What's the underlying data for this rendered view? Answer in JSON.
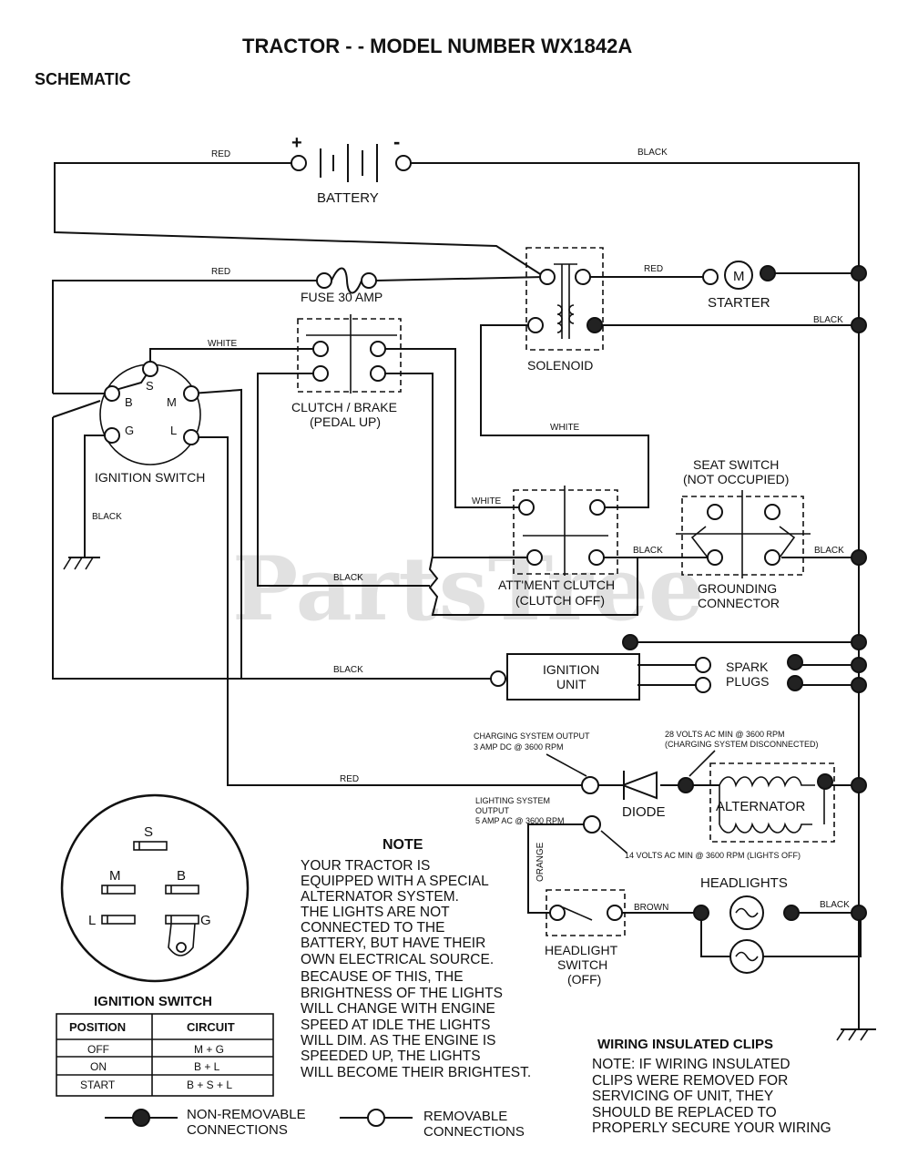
{
  "title": "TRACTOR - - MODEL NUMBER WX1842A",
  "subtitle": "SCHEMATIC",
  "watermark": "PartsTree",
  "components": {
    "battery": "BATTERY",
    "battery_plus": "+",
    "battery_minus": "-",
    "fuse": "FUSE 30 AMP",
    "solenoid": "SOLENOID",
    "starter": "STARTER",
    "starter_symbol": "M",
    "clutch_brake_1": "CLUTCH / BRAKE",
    "clutch_brake_2": "(PEDAL UP)",
    "ignition_switch": "IGNITION SWITCH",
    "attment_clutch_1": "ATT'MENT CLUTCH",
    "attment_clutch_2": "(CLUTCH OFF)",
    "seat_switch_1": "SEAT SWITCH",
    "seat_switch_2": "(NOT OCCUPIED)",
    "grounding_1": "GROUNDING",
    "grounding_2": "CONNECTOR",
    "ignition_unit_1": "IGNITION",
    "ignition_unit_2": "UNIT",
    "spark_1": "SPARK",
    "spark_2": "PLUGS",
    "diode": "DIODE",
    "alternator": "ALTERNATOR",
    "headlights": "HEADLIGHTS",
    "headlight_switch_1": "HEADLIGHT",
    "headlight_switch_2": "SWITCH",
    "headlight_switch_3": "(OFF)"
  },
  "switch_terminals": {
    "s": "S",
    "b": "B",
    "m": "M",
    "g": "G",
    "l": "L"
  },
  "wire_labels": {
    "red_battery": "RED",
    "black_battery": "BLACK",
    "red_fuse": "RED",
    "red_starter": "RED",
    "black_solenoid": "BLACK",
    "white_clutch": "WHITE",
    "white_solenoid": "WHITE",
    "white_attment": "WHITE",
    "black_ground": "BLACK",
    "black_clutch": "BLACK",
    "black_attment": "BLACK",
    "black_seat": "BLACK",
    "black_ignition": "BLACK",
    "red_charging": "RED",
    "orange": "ORANGE",
    "brown": "BROWN",
    "black_headlight": "BLACK"
  },
  "annotations": {
    "charging_1": "CHARGING SYSTEM OUTPUT",
    "charging_2": "3 AMP DC @ 3600 RPM",
    "volts28_1": "28 VOLTS AC MIN @ 3600 RPM",
    "volts28_2": "(CHARGING SYSTEM DISCONNECTED)",
    "lighting_1": "LIGHTING SYSTEM",
    "lighting_2": "OUTPUT",
    "lighting_3": "5 AMP AC @ 3600 RPM",
    "volts14": "14 VOLTS AC MIN @ 3600 RPM (LIGHTS OFF)"
  },
  "note": {
    "heading": "NOTE",
    "lines": [
      "YOUR TRACTOR IS",
      "EQUIPPED WITH A SPECIAL",
      "ALTERNATOR SYSTEM.",
      "THE LIGHTS ARE NOT",
      "CONNECTED TO THE",
      "BATTERY, BUT HAVE THEIR",
      "OWN ELECTRICAL SOURCE.",
      "BECAUSE OF THIS, THE",
      "BRIGHTNESS OF THE LIGHTS",
      "WILL CHANGE WITH ENGINE",
      "SPEED   AT IDLE THE LIGHTS",
      "WILL DIM.  AS THE ENGINE IS",
      "SPEEDED UP, THE LIGHTS",
      "WILL BECOME THEIR BRIGHTEST."
    ]
  },
  "ignition_detail": {
    "title": "IGNITION SWITCH",
    "s": "S",
    "m": "M",
    "b": "B",
    "l": "L",
    "g": "G"
  },
  "switch_table": {
    "headers": [
      "POSITION",
      "CIRCUIT"
    ],
    "rows": [
      [
        "OFF",
        "M + G"
      ],
      [
        "ON",
        "B + L"
      ],
      [
        "START",
        "B + S + L"
      ]
    ]
  },
  "legend": {
    "non_removable_1": "NON-REMOVABLE",
    "non_removable_2": "CONNECTIONS",
    "removable_1": "REMOVABLE",
    "removable_2": "CONNECTIONS"
  },
  "clips": {
    "heading": "WIRING INSULATED CLIPS",
    "lines": [
      "NOTE: IF WIRING INSULATED",
      "CLIPS WERE REMOVED FOR",
      "SERVICING OF UNIT, THEY",
      "SHOULD BE REPLACED TO",
      "PROPERLY SECURE YOUR WIRING"
    ]
  }
}
